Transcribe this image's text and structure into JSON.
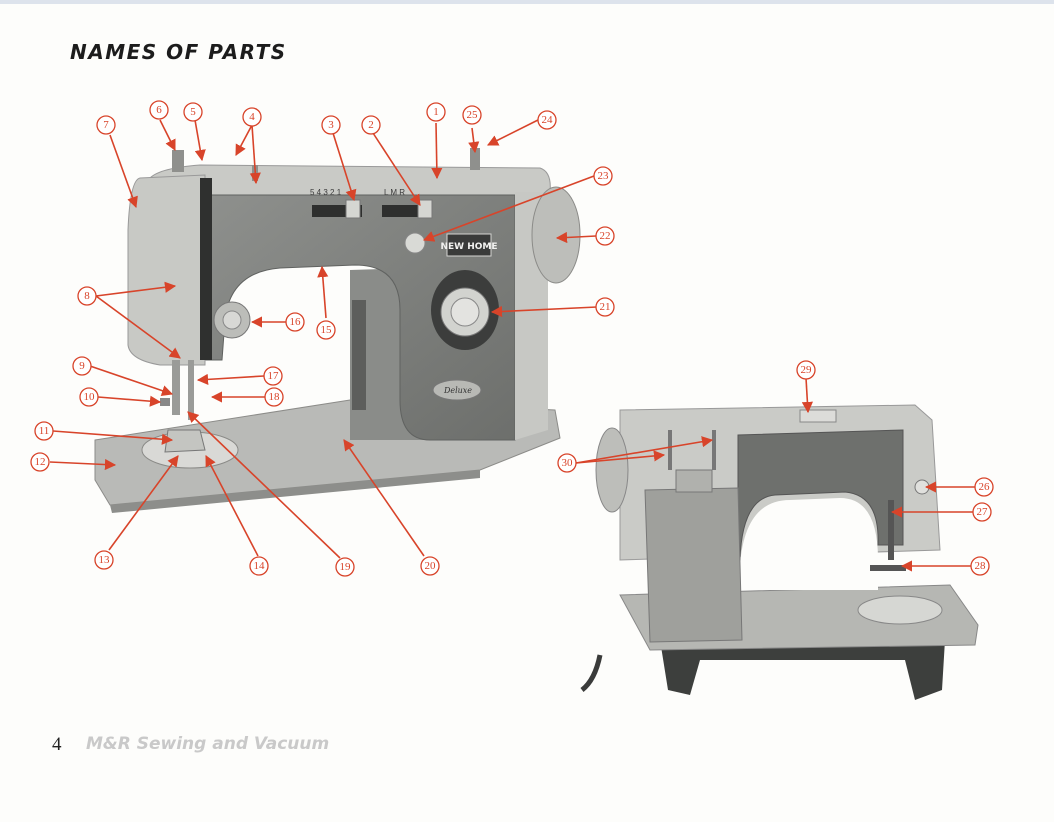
{
  "page": {
    "title": "NAMES OF PARTS",
    "page_number": "4",
    "watermark": "M&R Sewing and Vacuum"
  },
  "machine_front": {
    "brand_badge": "NEW HOME",
    "model_badge": "Deluxe",
    "stitch_width_scale": "5 4 3 2 1",
    "needle_position_scale": "L M R"
  },
  "callouts": [
    {
      "id": "c1",
      "label": "1"
    },
    {
      "id": "c2",
      "label": "2"
    },
    {
      "id": "c3",
      "label": "3"
    },
    {
      "id": "c4",
      "label": "4"
    },
    {
      "id": "c5",
      "label": "5"
    },
    {
      "id": "c6",
      "label": "6"
    },
    {
      "id": "c7",
      "label": "7"
    },
    {
      "id": "c8",
      "label": "8"
    },
    {
      "id": "c9",
      "label": "9"
    },
    {
      "id": "c10",
      "label": "10"
    },
    {
      "id": "c11",
      "label": "11"
    },
    {
      "id": "c12",
      "label": "12"
    },
    {
      "id": "c13",
      "label": "13"
    },
    {
      "id": "c14",
      "label": "14"
    },
    {
      "id": "c15",
      "label": "15"
    },
    {
      "id": "c16",
      "label": "16"
    },
    {
      "id": "c17",
      "label": "17"
    },
    {
      "id": "c18",
      "label": "18"
    },
    {
      "id": "c19",
      "label": "19"
    },
    {
      "id": "c20",
      "label": "20"
    },
    {
      "id": "c21",
      "label": "21"
    },
    {
      "id": "c22",
      "label": "22"
    },
    {
      "id": "c23",
      "label": "23"
    },
    {
      "id": "c24",
      "label": "24"
    },
    {
      "id": "c25",
      "label": "25"
    },
    {
      "id": "c26",
      "label": "26"
    },
    {
      "id": "c27",
      "label": "27"
    },
    {
      "id": "c28",
      "label": "28"
    },
    {
      "id": "c29",
      "label": "29"
    },
    {
      "id": "c30",
      "label": "30"
    }
  ]
}
